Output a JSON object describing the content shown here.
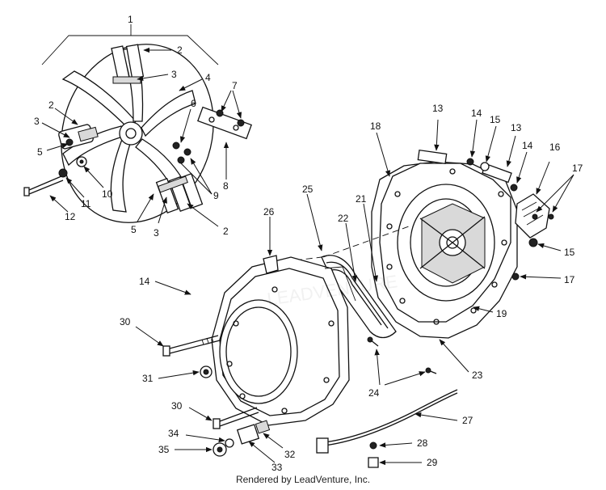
{
  "credit": "Rendered by LeadVenture, Inc.",
  "watermark": "LEADVENTURE",
  "callouts": [
    {
      "id": "c1",
      "text": "1"
    },
    {
      "id": "c2a",
      "text": "2"
    },
    {
      "id": "c3a",
      "text": "3"
    },
    {
      "id": "c4",
      "text": "4"
    },
    {
      "id": "c7",
      "text": "7"
    },
    {
      "id": "c6",
      "text": "6"
    },
    {
      "id": "c2b",
      "text": "2"
    },
    {
      "id": "c3b",
      "text": "3"
    },
    {
      "id": "c5a",
      "text": "5"
    },
    {
      "id": "c9",
      "text": "9"
    },
    {
      "id": "c8",
      "text": "8"
    },
    {
      "id": "c10",
      "text": "10"
    },
    {
      "id": "c11",
      "text": "11"
    },
    {
      "id": "c12",
      "text": "12"
    },
    {
      "id": "c5b",
      "text": "5"
    },
    {
      "id": "c3c",
      "text": "3"
    },
    {
      "id": "c2c",
      "text": "2"
    },
    {
      "id": "c13a",
      "text": "13"
    },
    {
      "id": "c14a",
      "text": "14"
    },
    {
      "id": "c15a",
      "text": "15"
    },
    {
      "id": "c13b",
      "text": "13"
    },
    {
      "id": "c18",
      "text": "18"
    },
    {
      "id": "c14b",
      "text": "14"
    },
    {
      "id": "c16",
      "text": "16"
    },
    {
      "id": "c17a",
      "text": "17"
    },
    {
      "id": "c15b",
      "text": "15"
    },
    {
      "id": "c25",
      "text": "25"
    },
    {
      "id": "c26",
      "text": "26"
    },
    {
      "id": "c21",
      "text": "21"
    },
    {
      "id": "c22",
      "text": "22"
    },
    {
      "id": "c17b",
      "text": "17"
    },
    {
      "id": "c14c",
      "text": "14"
    },
    {
      "id": "c19",
      "text": "19"
    },
    {
      "id": "c30a",
      "text": "30"
    },
    {
      "id": "c31",
      "text": "31"
    },
    {
      "id": "c23",
      "text": "23"
    },
    {
      "id": "c24",
      "text": "24"
    },
    {
      "id": "c30b",
      "text": "30"
    },
    {
      "id": "c27",
      "text": "27"
    },
    {
      "id": "c34",
      "text": "34"
    },
    {
      "id": "c32",
      "text": "32"
    },
    {
      "id": "c28",
      "text": "28"
    },
    {
      "id": "c35",
      "text": "35"
    },
    {
      "id": "c33",
      "text": "33"
    },
    {
      "id": "c29",
      "text": "29"
    }
  ]
}
